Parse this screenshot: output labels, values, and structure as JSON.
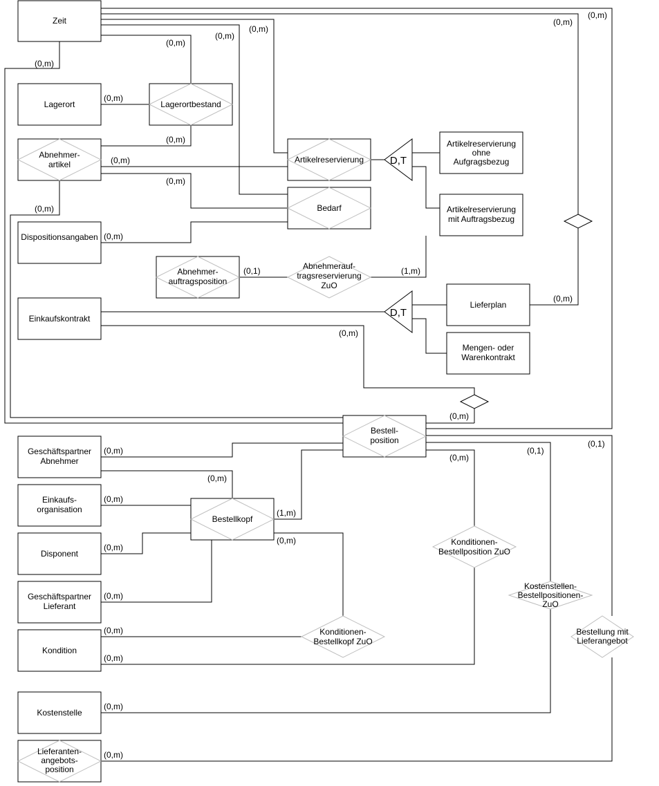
{
  "entities": {
    "zeit": "Zeit",
    "lagerort": "Lagerort",
    "lagerortbestand": "Lagerortbestand",
    "abnehmerartikel": [
      "Abnehmer-",
      "artikel"
    ],
    "artikelreservierung": "Artikelreservierung",
    "ar_ohne": [
      "Artikelreservierung",
      "ohne",
      "Aufgragsbezug"
    ],
    "ar_mit": [
      "Artikelreservierung",
      "mit Auftragsbezug"
    ],
    "bedarf": "Bedarf",
    "dispositionsangaben": "Dispositionsangaben",
    "abnehmerauftragsposition": [
      "Abnehmer-",
      "auftragsposition"
    ],
    "abnehmerauftragsreservierung": [
      "Abnehmerauf-",
      "tragsreservierung",
      "ZuO"
    ],
    "einkaufskontrakt": "Einkaufskontrakt",
    "lieferplan": "Lieferplan",
    "mengenkontrakt": [
      "Mengen- oder",
      "Warenkontrakt"
    ],
    "bestellposition": [
      "Bestell-",
      "position"
    ],
    "gp_abnehmer": [
      "Geschäftspartner",
      "Abnehmer"
    ],
    "einkaufsorganisation": [
      "Einkaufs-",
      "organisation"
    ],
    "bestellkopf": "Bestellkopf",
    "disponent": "Disponent",
    "gp_lieferant": [
      "Geschäftspartner",
      "Lieferant"
    ],
    "kondition": "Kondition",
    "konditionen_bestellkopf": [
      "Konditionen-",
      "Bestellkopf ZuO"
    ],
    "konditionen_bestellposition": [
      "Konditionen-",
      "Bestellposition ZuO"
    ],
    "kostenstellen_bestellpositionen": [
      "Kostenstellen-",
      "Bestellpositionen-",
      "ZuO"
    ],
    "bestellung_lieferangebot": [
      "Bestellung mit",
      "Lieferangebot"
    ],
    "kostenstelle": "Kostenstelle",
    "lieferantenangebotsposition": [
      "Lieferanten-",
      "angebots-",
      "position"
    ]
  },
  "generalization_label": "D,T",
  "cardinalities": {
    "zeit_bottom": "(0,m)",
    "zeit_lagerortbestand": "(0,m)",
    "zeit_bedarf": "(0,m)",
    "zeit_artikelreservierung": "(0,m)",
    "zeit_relation": "(0,m)",
    "zeit_outer": "(0,m)",
    "lagerort_lagerortbestand": "(0,m)",
    "abnehmerartikel_lagerortbestand": "(0,m)",
    "abnehmerartikel_artikelreservierung": "(0,m)",
    "abnehmerartikel_bedarf": "(0,m)",
    "abnehmerartikel_bottom": "(0,m)",
    "dispositionsangaben_bedarf": "(0,m)",
    "abnehmerauftragsposition": "(0,1)",
    "ar_mit_reservierung": "(1,m)",
    "lieferplan_relation": "(0,m)",
    "einkaufskontrakt_relation": "(0,m)",
    "bestellposition_relation": "(0,m)",
    "gp_abnehmer": "(0,m)",
    "bestellkopf_top": "(0,m)",
    "einkaufsorganisation": "(0,m)",
    "bestellkopf_bestellposition": "(1,m)",
    "bestellkopf_konditionen": "(0,m)",
    "disponent": "(0,m)",
    "gp_lieferant": "(0,m)",
    "kondition_bestellkopf": "(0,m)",
    "kondition_bestellposition": "(0,m)",
    "bestellposition_konditionen": "(0,m)",
    "bestellposition_kostenstellen": "(0,1)",
    "bestellposition_lieferangebot": "(0,1)",
    "kostenstelle": "(0,m)",
    "lieferantenangebotsposition": "(0,m)"
  }
}
